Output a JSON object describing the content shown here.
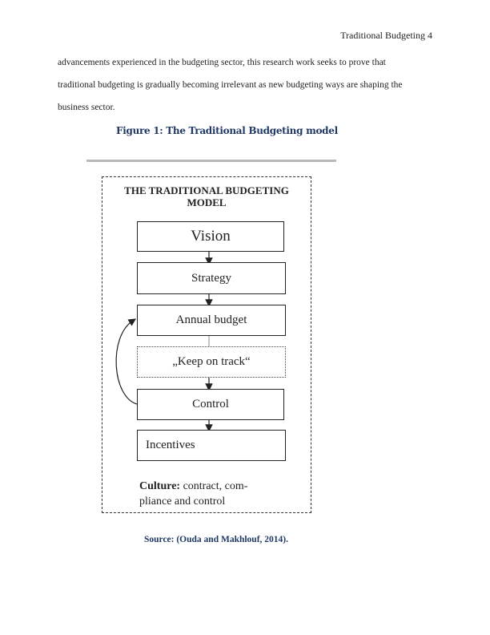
{
  "header": {
    "running_head": "Traditional Budgeting 4"
  },
  "body_text": {
    "lines": [
      "advancements experienced in the budgeting sector, this research work seeks to prove that",
      "traditional budgeting is gradually becoming irrelevant as new budgeting ways are shaping the",
      "business sector."
    ]
  },
  "figure": {
    "caption": "Figure 1: The Traditional Budgeting model",
    "title_line1": "THE TRADITIONAL BUDGETING",
    "title_line2": "MODEL",
    "boxes": [
      {
        "label": "Vision"
      },
      {
        "label": "Strategy"
      },
      {
        "label": "Annual budget"
      },
      {
        "label": "„Keep on track“"
      },
      {
        "label": "Control"
      },
      {
        "label": "Incentives"
      }
    ],
    "culture_label": "Culture:",
    "culture_text_1": " contract, com-",
    "culture_text_2": "pliance and control",
    "source": "Source: (Ouda and Makhlouf, 2014)."
  }
}
